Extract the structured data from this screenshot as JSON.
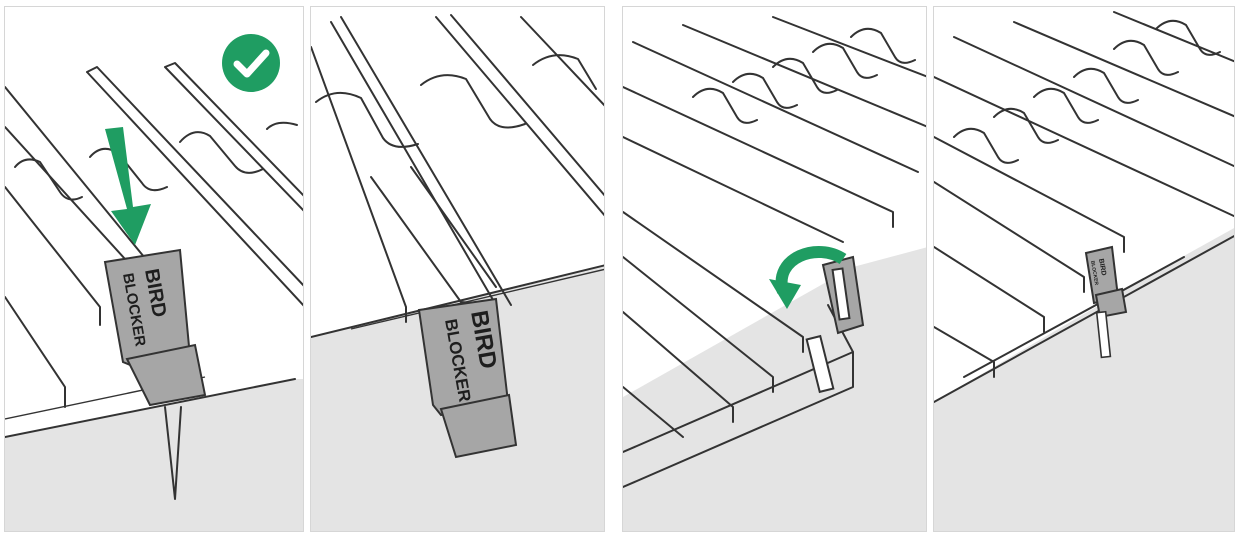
{
  "colors": {
    "accent_green": "#1f9d62",
    "roof_shadow": "#e4e4e4",
    "clip_gray": "#a6a6a6",
    "outline": "#333333"
  },
  "icons": {
    "panel1_badge": "check-circle-icon",
    "panel1_arrow": "arrow-down-icon",
    "panel3_arrow": "rotate-arrow-icon"
  },
  "steps": [
    {
      "clip_label": {
        "line1": "BIRD",
        "line2": "BLOCKER"
      }
    },
    {
      "clip_label": {
        "line1": "BIRD",
        "line2": "BLOCKER"
      }
    },
    {
      "clip_label": {
        "line1": "",
        "line2": ""
      }
    },
    {
      "clip_label": {
        "line1": "BIRD",
        "line2": "BLOCKER"
      }
    }
  ]
}
